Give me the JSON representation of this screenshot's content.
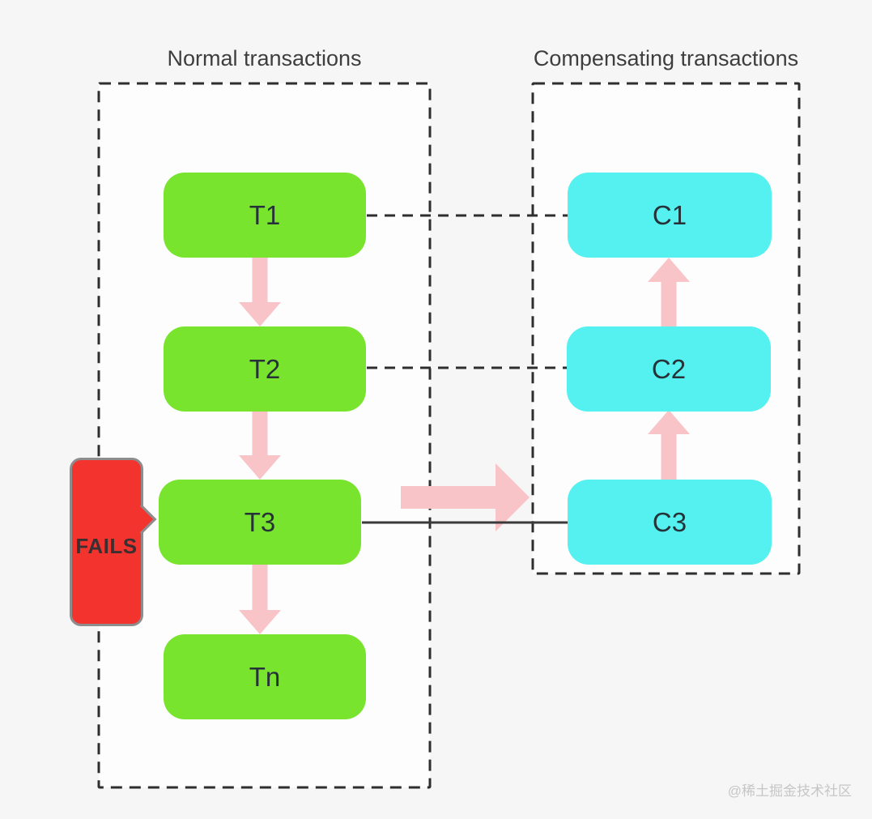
{
  "diagram": {
    "left_group": {
      "title": "Normal transactions",
      "nodes": [
        {
          "id": "T1",
          "label": "T1"
        },
        {
          "id": "T2",
          "label": "T2"
        },
        {
          "id": "T3",
          "label": "T3"
        },
        {
          "id": "Tn",
          "label": "Tn"
        }
      ]
    },
    "right_group": {
      "title": "Compensating transactions",
      "nodes": [
        {
          "id": "C1",
          "label": "C1"
        },
        {
          "id": "C2",
          "label": "C2"
        },
        {
          "id": "C3",
          "label": "C3"
        }
      ]
    },
    "fail_label": "FAILS",
    "watermark": "@稀土掘金技术社区",
    "connections": {
      "dashed": [
        "T1-C1",
        "T2-C2"
      ],
      "solid": [
        "T3-C3"
      ],
      "forward_flow": [
        "T1-T2",
        "T2-T3",
        "T3-Tn"
      ],
      "compensation_flow": [
        "C3-C2",
        "C2-C1"
      ],
      "failure_jump": "T3-C3"
    },
    "colors": {
      "bg": "#f6f6f7",
      "panel": "#fdfdfd",
      "green": "#78e42d",
      "cyan": "#54f1f0",
      "pink": "#f8c4c7",
      "red": "#f3342e",
      "callout_border": "#8d8d8d",
      "line": "#2e2e2e",
      "title_text": "#3e3e3e",
      "node_text": "#263238",
      "fails_text": "#3b2f31",
      "watermark": "#c6c6c6"
    }
  }
}
